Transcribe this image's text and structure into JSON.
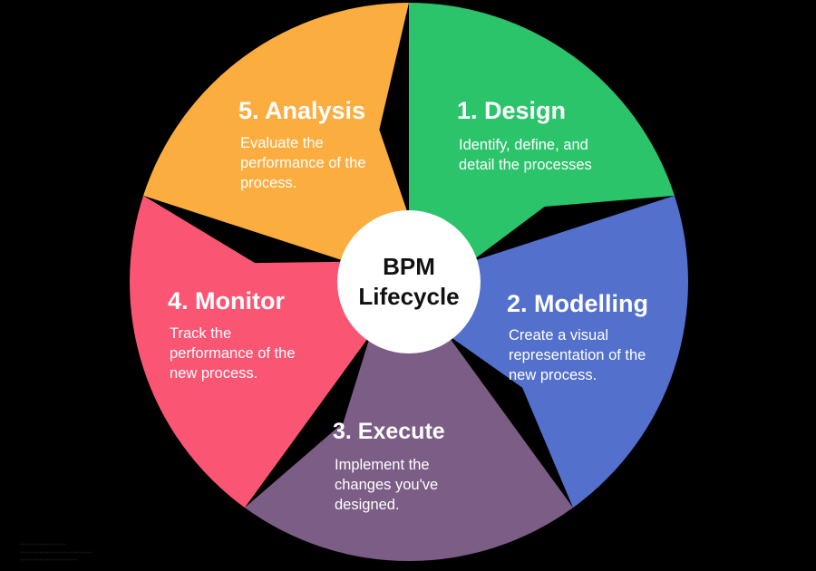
{
  "background_color": "#000000",
  "hub": {
    "line1": "BPM",
    "line2": "Lifecycle",
    "fill": "#ffffff",
    "text_color": "#111111"
  },
  "segments": [
    {
      "id": "design",
      "title": "1. Design",
      "desc_lines": [
        "Identify, define, and",
        "detail the processes"
      ],
      "color": "#2bc46b"
    },
    {
      "id": "modelling",
      "title": "2. Modelling",
      "desc_lines": [
        "Create a visual",
        "representation of the",
        "new process."
      ],
      "color": "#5370cc"
    },
    {
      "id": "execute",
      "title": "3. Execute",
      "desc_lines": [
        "Implement the",
        "changes you've",
        "designed."
      ],
      "color": "#7c5d85"
    },
    {
      "id": "monitor",
      "title": "4. Monitor",
      "desc_lines": [
        "Track the",
        "performance of the",
        "new process."
      ],
      "color": "#fa5573"
    },
    {
      "id": "analysis",
      "title": "5. Analysis",
      "desc_lines": [
        "Evaluate the",
        "performance of the",
        "process."
      ],
      "color": "#fbad40"
    }
  ],
  "watermark": {
    "line1": "•••••••••••••••••••",
    "line2": "••••••••••••••••••••••••••••••",
    "line3": "••••••••••••••••••••••••"
  },
  "chart_data": {
    "type": "pie",
    "title": "BPM Lifecycle",
    "legend": "none",
    "labels": [
      "1. Design",
      "2. Modelling",
      "3. Execute",
      "4. Monitor",
      "5. Analysis"
    ],
    "values": [
      20,
      20,
      20,
      20,
      20
    ],
    "colors": [
      "#2bc46b",
      "#5370cc",
      "#7c5d85",
      "#fa5573",
      "#fbad40"
    ],
    "annotations": [
      "Identify, define, and detail the processes",
      "Create a visual representation of the new process.",
      "Implement the changes you've designed.",
      "Track the performance of the new process.",
      "Evaluate the performance of the process."
    ]
  }
}
